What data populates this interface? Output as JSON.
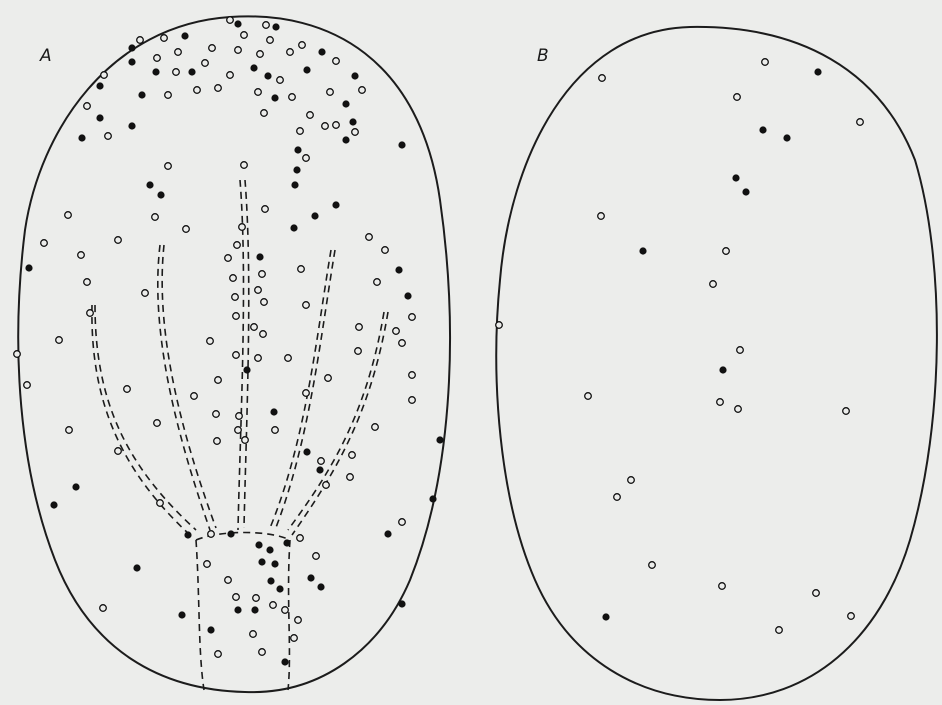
{
  "panels": [
    {
      "label": "A"
    },
    {
      "label": "B"
    }
  ],
  "colors": {
    "background": "#ecedeb",
    "outline": "#1c1c1c",
    "filled_dot": "#111111",
    "open_dot_fill": "#ecedeb"
  },
  "legend_marks": {
    "filled": "filled-dot",
    "open": "open-dot"
  }
}
